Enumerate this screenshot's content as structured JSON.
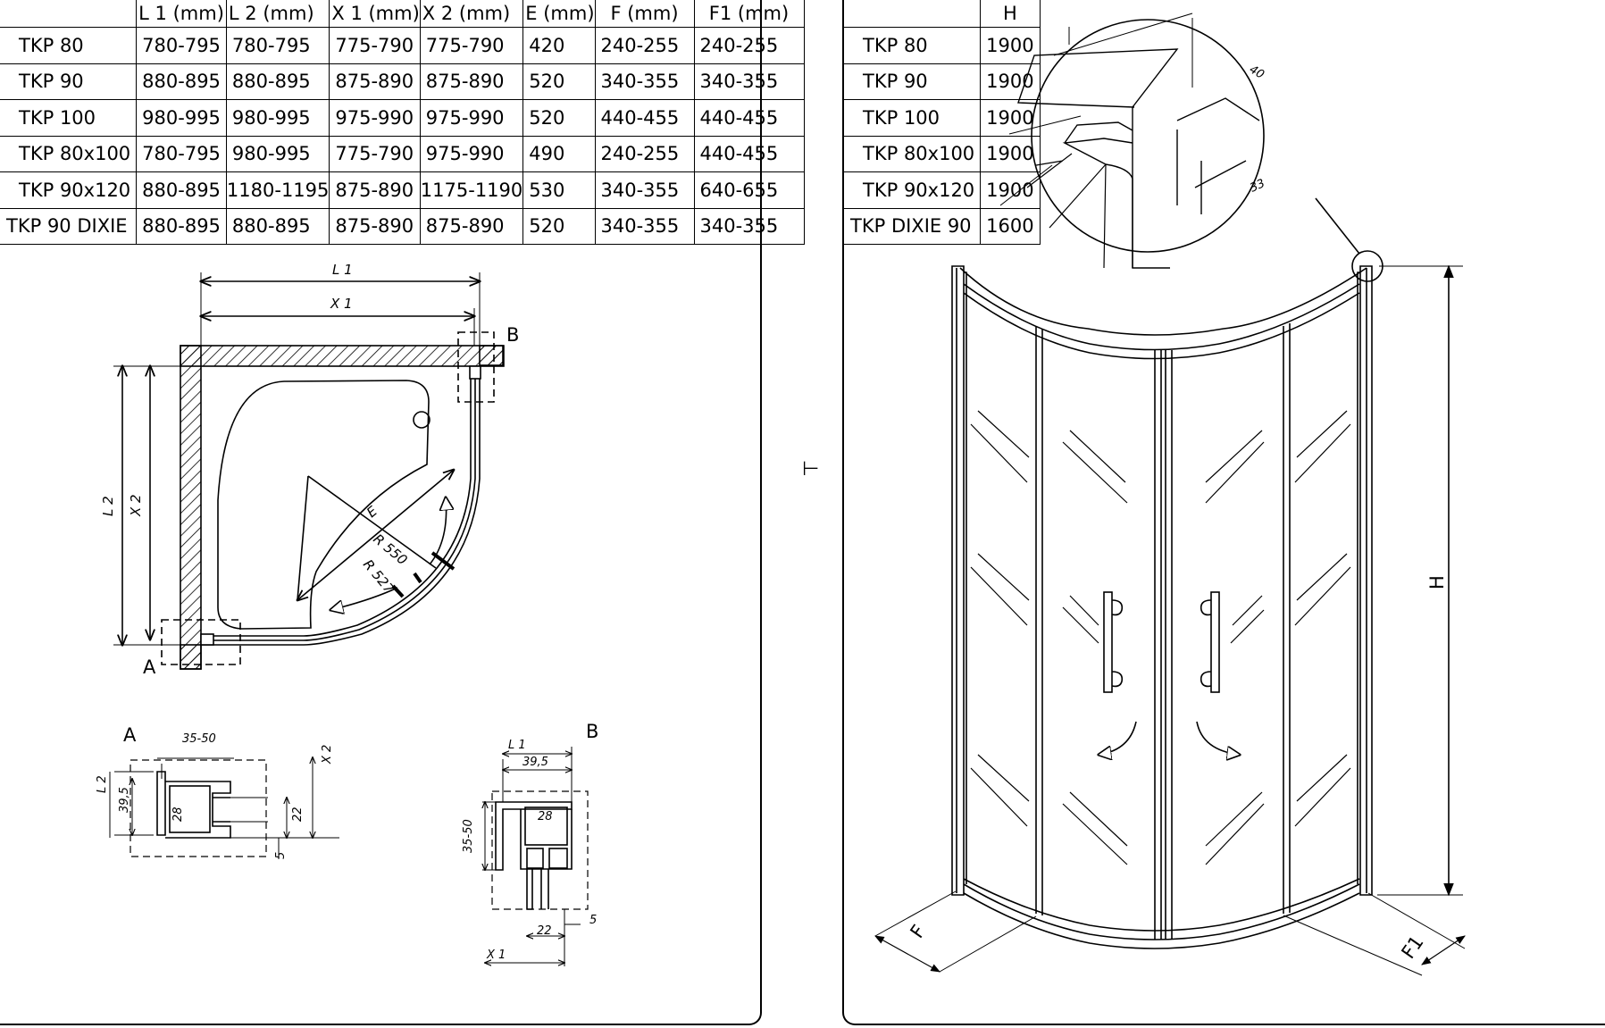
{
  "dims_table": {
    "headers": [
      "",
      "L 1  (mm)",
      "L 2  (mm)",
      "X 1  (mm)",
      "X 2  (mm)",
      "E (mm)",
      "F (mm)",
      "F1 (mm)"
    ],
    "rows": [
      [
        "TKP 80",
        "780-795",
        "780-795",
        "775-790",
        "775-790",
        "420",
        "240-255",
        "240-255"
      ],
      [
        "TKP 90",
        "880-895",
        "880-895",
        "875-890",
        "875-890",
        "520",
        "340-355",
        "340-355"
      ],
      [
        "TKP 100",
        "980-995",
        "980-995",
        "975-990",
        "975-990",
        "520",
        "440-455",
        "440-455"
      ],
      [
        "TKP 80x100",
        "780-795",
        "980-995",
        "775-790",
        "975-990",
        "490",
        "240-255",
        "440-455"
      ],
      [
        "TKP 90x120",
        "880-895",
        "1180-1195",
        "875-890",
        "1175-1190",
        "530",
        "340-355",
        "640-655"
      ],
      [
        "TKP 90 DIXIE",
        "880-895",
        "880-895",
        "875-890",
        "875-890",
        "520",
        "340-355",
        "340-355"
      ]
    ]
  },
  "height_table": {
    "headers": [
      "",
      "H"
    ],
    "rows": [
      [
        "TKP 80",
        "1900"
      ],
      [
        "TKP 90",
        "1900"
      ],
      [
        "TKP 100",
        "1900"
      ],
      [
        "TKP 80x100",
        "1900"
      ],
      [
        "TKP 90x120",
        "1900"
      ],
      [
        "TKP DIXIE 90",
        "1600"
      ]
    ]
  },
  "plan": {
    "l1": "L 1",
    "x1": "X 1",
    "l2": "L 2",
    "x2": "X 2",
    "e": "E",
    "r550": "R 550",
    "r527": "R 527",
    "detail_a": "A",
    "detail_b": "B"
  },
  "detail_a": {
    "label": "A",
    "d_35_50": "35-50",
    "d_39_5": "39,5",
    "d_28": "28",
    "d_22": "22",
    "d_5": "5",
    "l2": "L 2",
    "x2": "X 2"
  },
  "detail_b": {
    "label": "B",
    "l1": "L 1",
    "d_39_5": "39,5",
    "d_28": "28",
    "d_35_50": "35-50",
    "d_22": "22",
    "d_5": "5",
    "x1": "X 1"
  },
  "elevation": {
    "h": "H",
    "f": "F",
    "f1": "F1",
    "zoom_40": "40",
    "zoom_33": "33"
  },
  "mid_mark": "⊢"
}
